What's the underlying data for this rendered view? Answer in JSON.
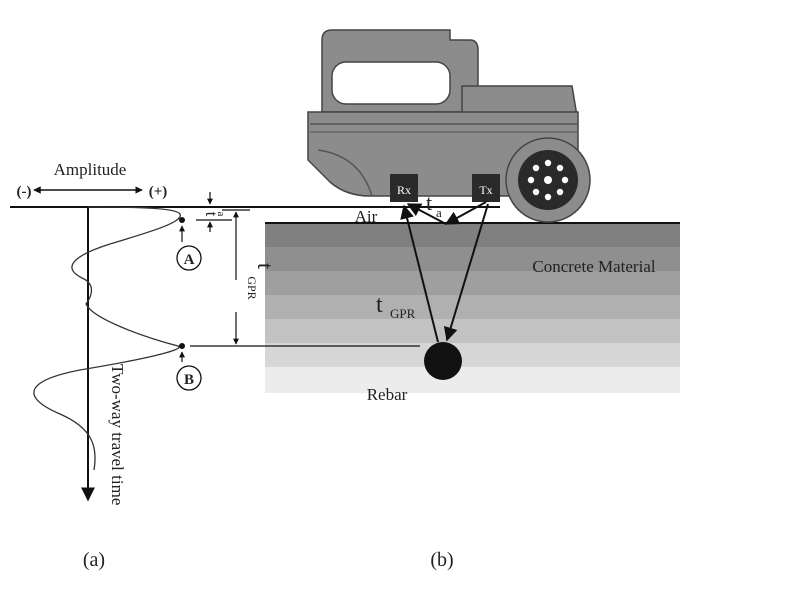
{
  "waveform_panel": {
    "amplitude_label": "Amplitude",
    "neg_sign": "(-)",
    "pos_sign": "(+)",
    "time_axis_label": "Two-way travel time",
    "point_a": "A",
    "point_b": "B",
    "ta_main": "t",
    "ta_sub": "a",
    "tgpr_main": "t",
    "tgpr_sub": "GPR",
    "panel_caption": "(a)"
  },
  "device_panel": {
    "receiver_label": "Rx",
    "transmitter_label": "Tx",
    "air_label": "Air",
    "ta_main": "t",
    "ta_sub": "a",
    "material_label": "Concrete Material",
    "tgpr_main": "t",
    "tgpr_sub": "GPR",
    "rebar_label": "Rebar",
    "panel_caption": "(b)"
  },
  "colors": {
    "device_body": "#8c8c8c",
    "device_dark": "#5f5f5f",
    "antenna": "#2a2a2a",
    "rebar": "#111111",
    "concrete_top": "#808080",
    "concrete_bottom": "#ececec"
  }
}
